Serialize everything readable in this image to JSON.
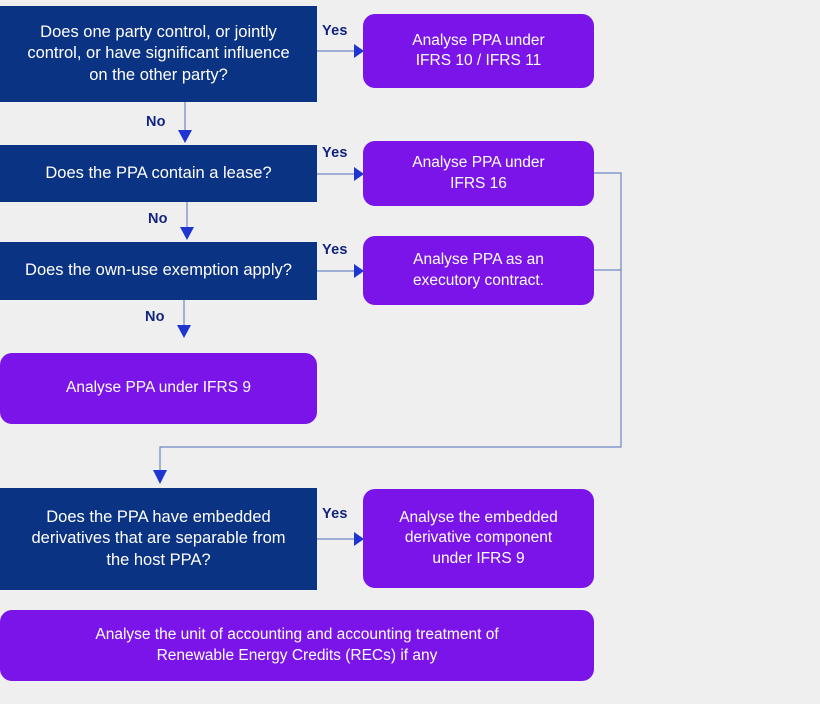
{
  "diagram": {
    "title": "PPA accounting analysis decision flowchart",
    "background_color": "#efeff0",
    "decision_color": "#0b3383",
    "outcome_color": "#7a14e8",
    "connector_color": "#6f86c4",
    "arrow_color": "#1f35cf",
    "label_color": "#12247e"
  },
  "nodes": {
    "q_control": "Does one party control, or jointly\ncontrol, or have significant influence\non the other party?",
    "a_ifrs10_11": "Analyse PPA under\nIFRS 10 / IFRS 11",
    "q_lease": "Does the PPA contain a lease?",
    "a_ifrs16": "Analyse PPA under\nIFRS 16",
    "q_ownuse": "Does the own-use exemption apply?",
    "a_executory": "Analyse PPA as an\nexecutory contract.",
    "a_ifrs9": "Analyse PPA under IFRS 9",
    "q_embedded": "Does the PPA have embedded\nderivatives that are separable from\nthe host PPA?",
    "a_embedded": "Analyse the embedded\nderivative component\nunder IFRS 9",
    "a_recs": "Analyse the unit of accounting and accounting treatment of\nRenewable Energy Credits (RECs) if any"
  },
  "edge_labels": {
    "yes_control": "Yes",
    "no_control": "No",
    "yes_lease": "Yes",
    "no_lease": "No",
    "yes_ownuse": "Yes",
    "no_ownuse": "No",
    "yes_embedded": "Yes"
  }
}
